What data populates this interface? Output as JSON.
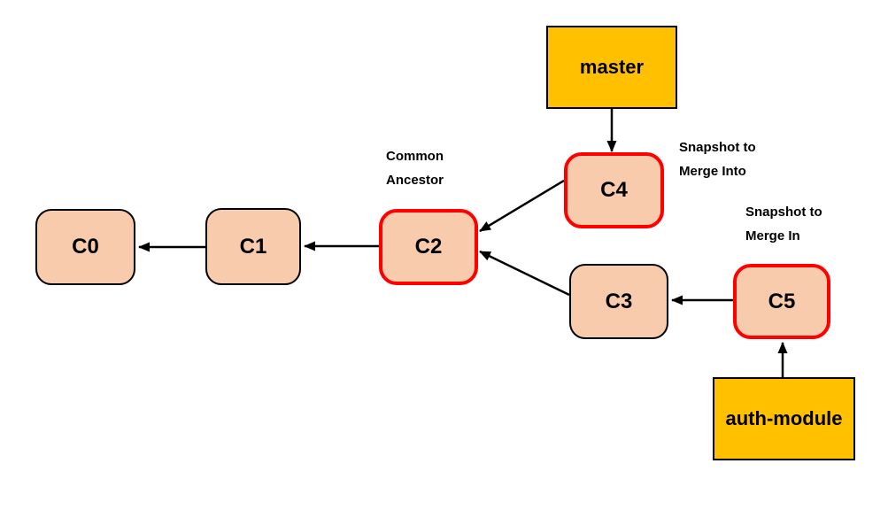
{
  "diagram": {
    "nodes": {
      "master": {
        "label": "master",
        "type": "branch"
      },
      "auth_module": {
        "label": "auth-module",
        "type": "branch"
      },
      "c0": {
        "label": "C0",
        "type": "commit",
        "highlight": false
      },
      "c1": {
        "label": "C1",
        "type": "commit",
        "highlight": false
      },
      "c2": {
        "label": "C2",
        "type": "commit",
        "highlight": true
      },
      "c3": {
        "label": "C3",
        "type": "commit",
        "highlight": false
      },
      "c4": {
        "label": "C4",
        "type": "commit",
        "highlight": true
      },
      "c5": {
        "label": "C5",
        "type": "commit",
        "highlight": true
      }
    },
    "annotations": {
      "common_ancestor": {
        "line1": "Common",
        "line2": "Ancestor"
      },
      "snapshot_merge_into": {
        "line1": "Snapshot to",
        "line2": "Merge Into"
      },
      "snapshot_merge_in": {
        "line1": "Snapshot to",
        "line2": "Merge In"
      }
    },
    "edges": [
      {
        "from": "master",
        "to": "C4"
      },
      {
        "from": "C4",
        "to": "C2"
      },
      {
        "from": "C2",
        "to": "C1"
      },
      {
        "from": "C1",
        "to": "C0"
      },
      {
        "from": "C3",
        "to": "C2"
      },
      {
        "from": "C5",
        "to": "C3"
      },
      {
        "from": "auth-module",
        "to": "C5"
      }
    ],
    "colors": {
      "branch_fill": "#FFC000",
      "commit_fill": "#F8CBAD",
      "highlight_border": "#FF0000",
      "default_border": "#000000",
      "arrow": "#000000",
      "background": "#FFFFFF"
    }
  }
}
